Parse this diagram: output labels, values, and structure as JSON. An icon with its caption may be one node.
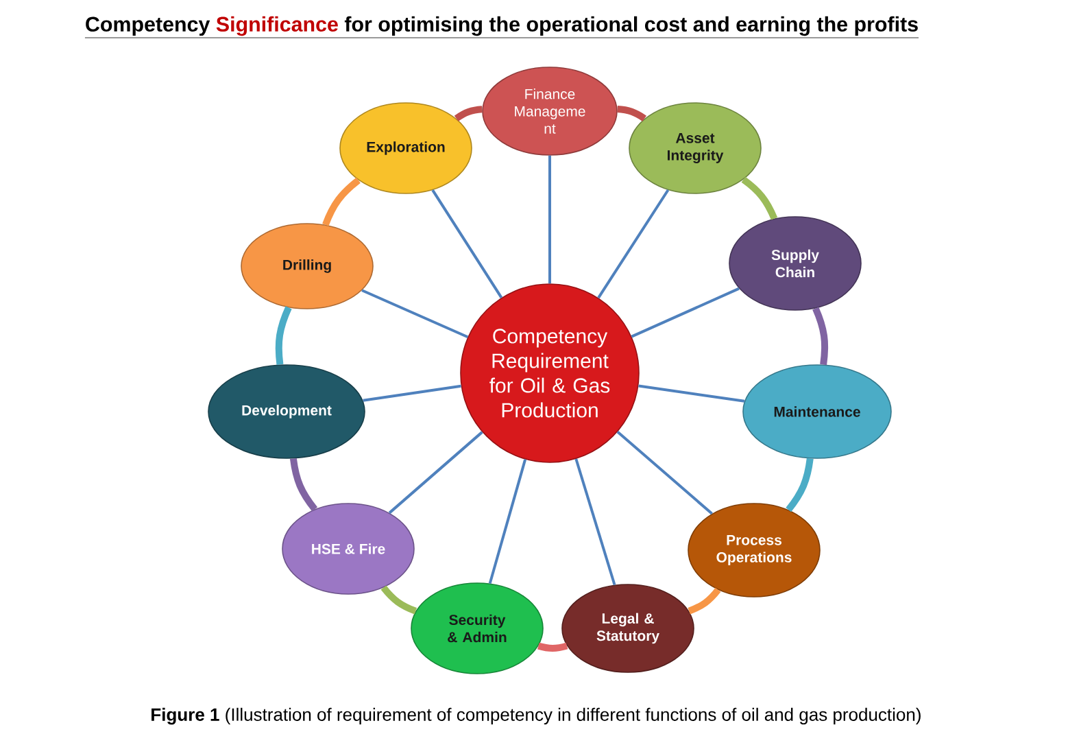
{
  "diagram": {
    "title": "Competency Significance for optimising the operational cost and earning the profits",
    "caption": "**Figure 1** (Illustration of requirement of competency in different functions of oil and gas production)",
    "nodes": [
      {
        "text": [
          "Competency Requirement for Oil & Gas Production"
        ]
      },
      {
        "text": [
          "Finance Manageme nt"
        ]
      },
      {
        "text": [
          "Asset Integrity"
        ]
      },
      {
        "text": [
          "Supply Chain"
        ]
      },
      {
        "text": [
          "Maintenance"
        ]
      },
      {
        "text": [
          "Process Operations"
        ]
      },
      {
        "text": [
          "Legal & Statutory"
        ]
      },
      {
        "text": [
          "Security & Admin"
        ]
      },
      {
        "text": [
          "HSE & Fire"
        ]
      },
      {
        "text": [
          "Development"
        ]
      },
      {
        "text": [
          "Drilling"
        ]
      },
      {
        "text": [
          "Exploration"
        ]
      }
    ],
    "edges": [
      {
        "from": 0,
        "to": 1,
        "arrow": "none"
      },
      {
        "from": 0,
        "to": 2,
        "arrow": "none"
      },
      {
        "from": 0,
        "to": 3,
        "arrow": "none"
      },
      {
        "from": 0,
        "to": 4,
        "arrow": "none"
      },
      {
        "from": 0,
        "to": 5,
        "arrow": "none"
      },
      {
        "from": 0,
        "to": 6,
        "arrow": "none"
      },
      {
        "from": 0,
        "to": 7,
        "arrow": "none"
      },
      {
        "from": 0,
        "to": 8,
        "arrow": "none"
      },
      {
        "from": 0,
        "to": 9,
        "arrow": "none"
      },
      {
        "from": 0,
        "to": 10,
        "arrow": "none"
      },
      {
        "from": 0,
        "to": 11,
        "arrow": "none"
      },
      {
        "from": 1,
        "to": 2,
        "arrow": "none",
        "style": "thick",
        "color": "#c0504d"
      },
      {
        "from": 2,
        "to": 3,
        "arrow": "none",
        "style": "thick",
        "color": "#9bbb59"
      },
      {
        "from": 3,
        "to": 4,
        "arrow": "none",
        "style": "thick",
        "color": "#8064a2"
      },
      {
        "from": 4,
        "to": 5,
        "arrow": "none",
        "style": "thick",
        "color": "#4bacc6"
      },
      {
        "from": 5,
        "to": 6,
        "arrow": "none",
        "style": "thick",
        "color": "#f79646"
      },
      {
        "from": 6,
        "to": 7,
        "arrow": "none",
        "style": "thick",
        "color": "#e06666"
      },
      {
        "from": 7,
        "to": 8,
        "arrow": "none",
        "style": "thick",
        "color": "#9bbb59"
      },
      {
        "from": 8,
        "to": 9,
        "arrow": "none",
        "style": "thick",
        "color": "#8064a2"
      },
      {
        "from": 9,
        "to": 10,
        "arrow": "none",
        "style": "thick",
        "color": "#4bacc6"
      },
      {
        "from": 10,
        "to": 11,
        "arrow": "none",
        "style": "thick",
        "color": "#f79646"
      },
      {
        "from": 11,
        "to": 1,
        "arrow": "none",
        "style": "thick",
        "color": "#c0504d"
      }
    ]
  }
}
